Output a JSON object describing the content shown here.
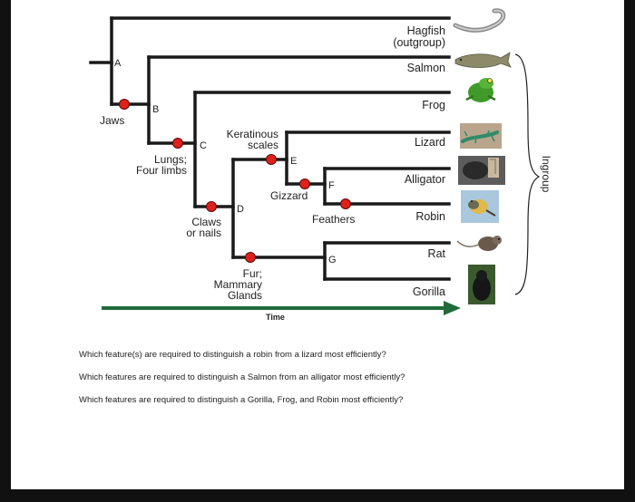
{
  "taxa": {
    "hagfish_line1": "Hagfish",
    "hagfish_line2": "(outgroup)",
    "salmon": "Salmon",
    "frog": "Frog",
    "lizard": "Lizard",
    "alligator": "Alligator",
    "robin": "Robin",
    "rat": "Rat",
    "gorilla": "Gorilla"
  },
  "nodes": {
    "a": "A",
    "b": "B",
    "c": "C",
    "d": "D",
    "e": "E",
    "f": "F",
    "g": "G"
  },
  "traits": {
    "jaws": "Jaws",
    "lungs_line1": "Lungs;",
    "lungs_line2": "Four limbs",
    "keratinous_line1": "Keratinous",
    "keratinous_line2": "scales",
    "claws_line1": "Claws",
    "claws_line2": "or nails",
    "gizzard": "Gizzard",
    "feathers": "Feathers",
    "fur_line1": "Fur;",
    "fur_line2": "Mammary",
    "fur_line3": "Glands"
  },
  "ingroup_label": "Ingroup",
  "time_label": "Time",
  "questions": [
    "Which feature(s) are required to distinguish a robin from a lizard most efficiently?",
    "Which features are required to distinguish a Salmon from an alligator most efficiently?",
    "Which features are required to distinguish a Gorilla, Frog, and Robin most efficiently?"
  ],
  "colors": {
    "branch": "#1a1a1a",
    "trait_marker": "#e0201c",
    "time_arrow": "#1f6b3a"
  },
  "animal_icons": [
    "hagfish-icon",
    "salmon-icon",
    "frog-icon",
    "lizard-icon",
    "alligator-icon",
    "robin-icon",
    "rat-icon",
    "gorilla-icon"
  ]
}
